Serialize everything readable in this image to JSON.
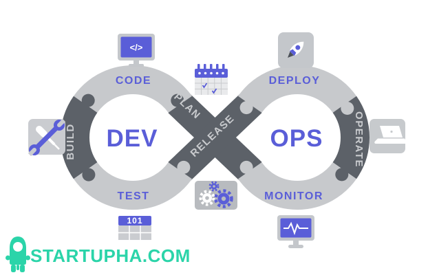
{
  "colors": {
    "accent_purple": "#5a5ed8",
    "dark_band": "#5c6168",
    "light_band": "#c7c9cc",
    "icon_bg_gray": "#c4c7cb",
    "logo_teal": "#2bd4a9",
    "background": "#ffffff"
  },
  "diagram": {
    "left_loop_label": "DEV",
    "right_loop_label": "OPS",
    "stages": {
      "code": "CODE",
      "plan": "PLAN",
      "build": "BUILD",
      "test": "TEST",
      "release": "RELEASE",
      "deploy": "DEPLOY",
      "operate": "OPERATE",
      "monitor": "MONITOR"
    },
    "icons": {
      "code": "code-monitor-icon",
      "plan": "calendar-icon",
      "build": "wrench-screwdriver-icon",
      "test": "binary-table-icon",
      "release": "gears-icon",
      "deploy": "rocket-icon",
      "operate": "laptop-icon",
      "monitor": "monitor-pulse-icon"
    },
    "code_icon_glyph": "</>",
    "test_icon_glyph": "101"
  },
  "footer": {
    "brand": "STARTUPHA.COM"
  }
}
